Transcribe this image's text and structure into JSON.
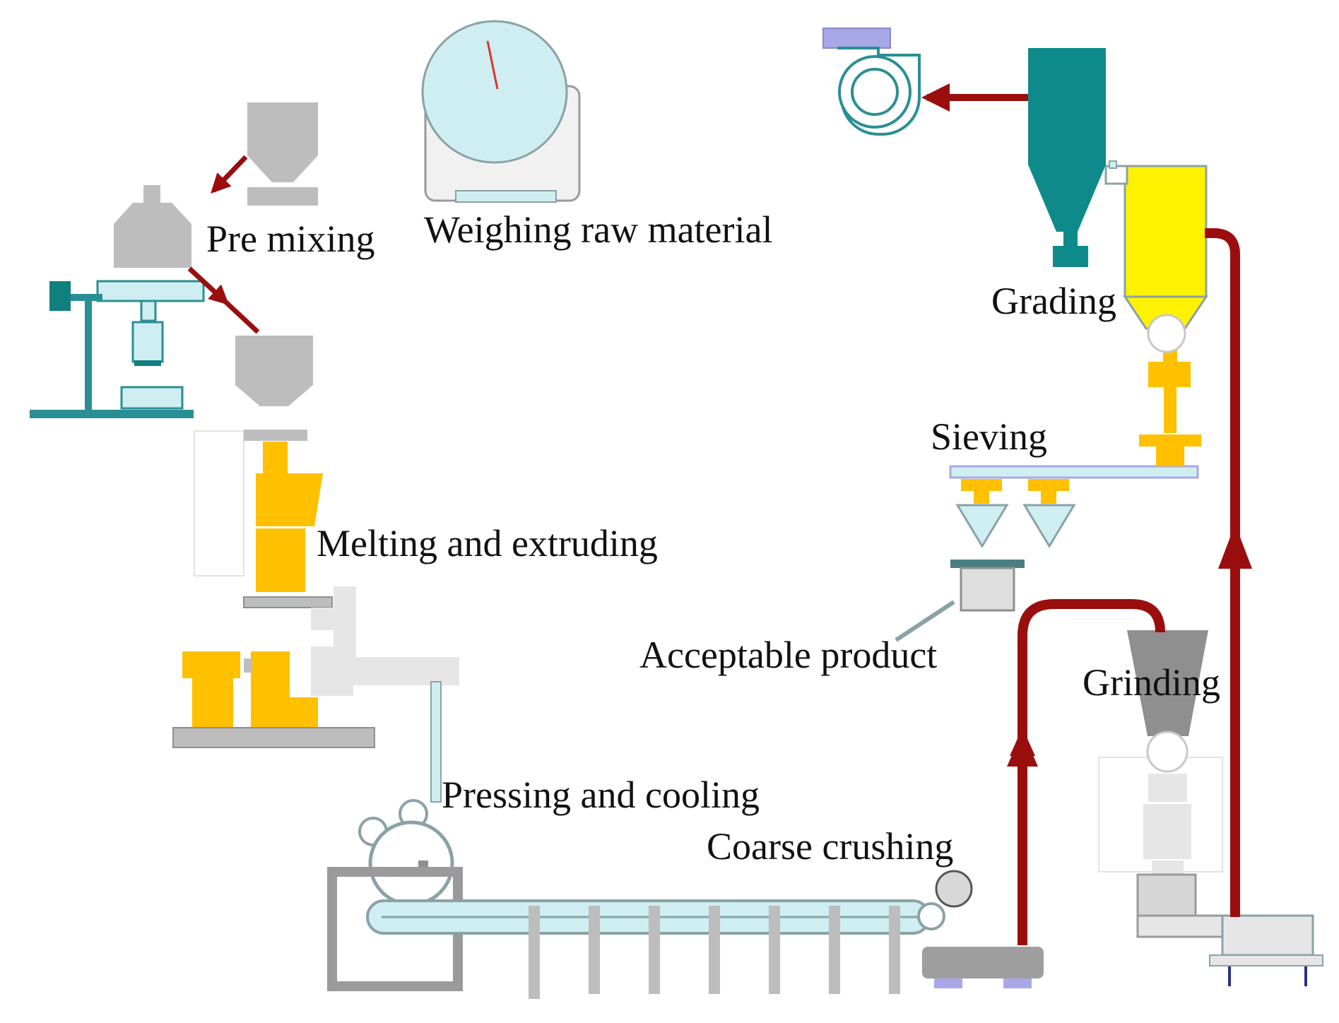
{
  "labels": {
    "pre_mixing": "Pre mixing",
    "weighing": "Weighing raw material",
    "melting": "Melting and extruding",
    "pressing": "Pressing and cooling",
    "coarse": "Coarse crushing",
    "grinding": "Grinding",
    "sieving": "Sieving",
    "grading": "Grading",
    "acceptable": "Acceptable product"
  },
  "colors": {
    "arrow": "#9b0e0e",
    "gray": "#bdbdbd",
    "teal": "#2a8f94",
    "dark_teal": "#0f7f80",
    "light_cyan": "#cdeef0",
    "orange": "#ffc000",
    "yellow": "#fff200",
    "lavender": "#a9a8e6"
  }
}
